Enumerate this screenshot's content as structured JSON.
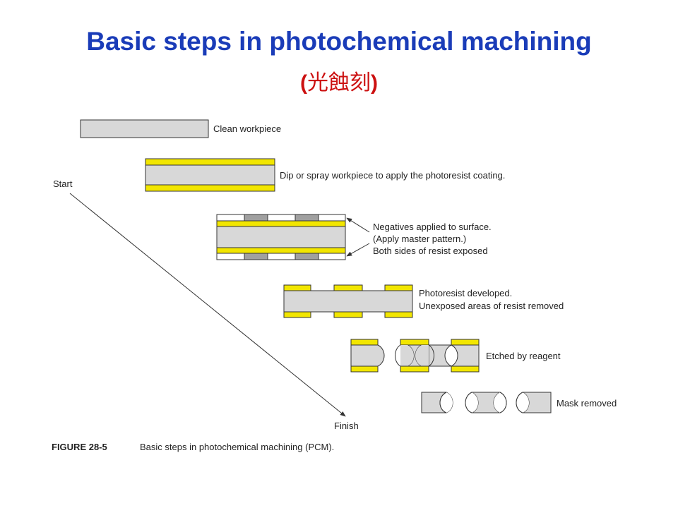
{
  "slide": {
    "title": "Basic steps in photochemical machining",
    "subtitle_open": "(",
    "subtitle_chinese": "光蝕刻",
    "subtitle_close": ")"
  },
  "figure": {
    "flow_start_label": "Start",
    "flow_end_label": "Finish",
    "steps": [
      {
        "lines": [
          "Clean workpiece"
        ]
      },
      {
        "lines": [
          "Dip or spray workpiece to apply the photoresist coating."
        ]
      },
      {
        "lines": [
          "Negatives applied to surface.",
          "(Apply master pattern.)",
          "Both sides of resist exposed"
        ]
      },
      {
        "lines": [
          "Photoresist developed.",
          "Unexposed areas of resist removed"
        ]
      },
      {
        "lines": [
          "Etched by reagent"
        ]
      },
      {
        "lines": [
          "Mask removed"
        ]
      }
    ],
    "caption_label": "FIGURE 28-5",
    "caption_text": "Basic steps in photochemical machining (PCM)."
  },
  "colors": {
    "title": "#1a3cb8",
    "subtitle": "#cc1111",
    "workpiece": "#d8d8d8",
    "photoresist": "#f2e600",
    "negative_dark": "#a0a0a0",
    "outline": "#333333"
  }
}
